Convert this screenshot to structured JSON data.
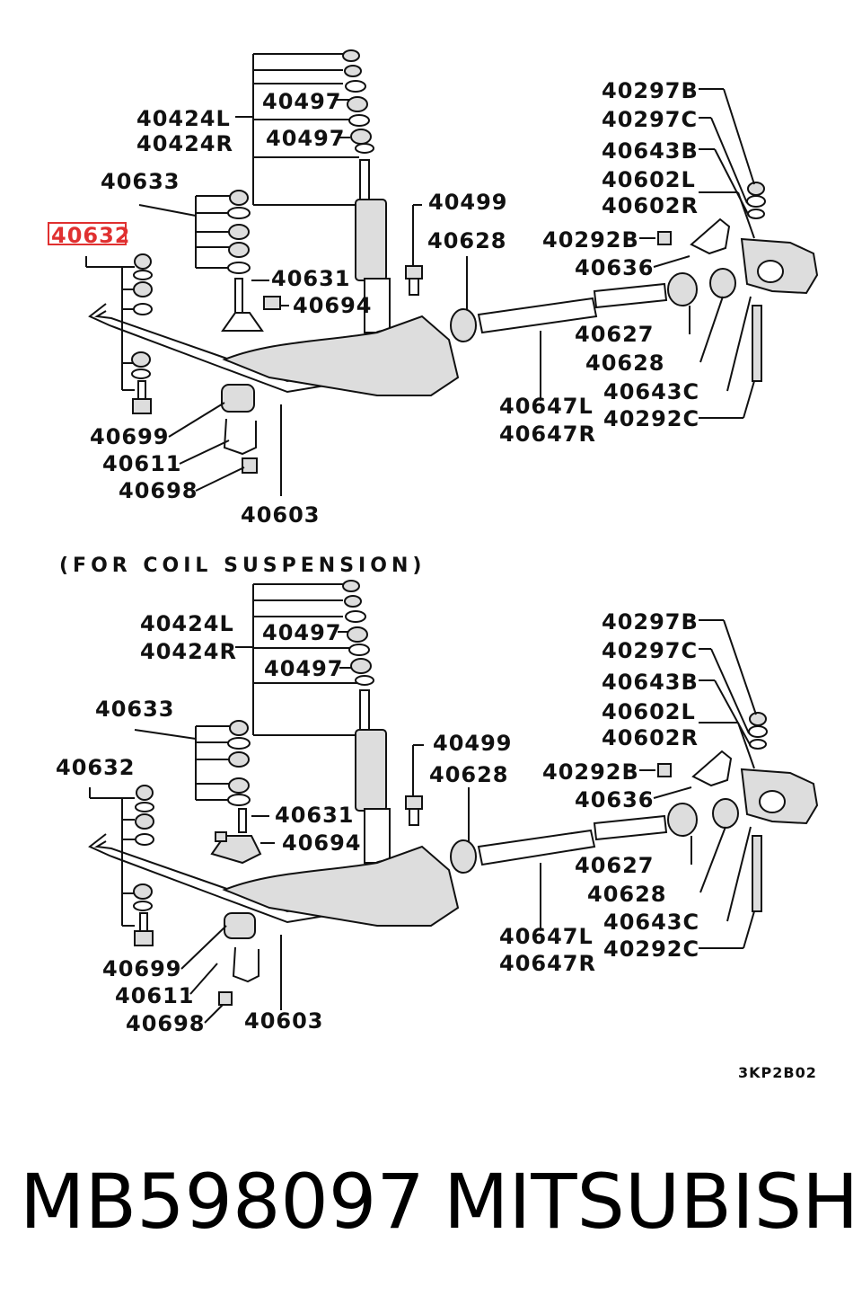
{
  "figure": {
    "top": {
      "labels": {
        "p40424L": "40424L",
        "p40424R": "40424R",
        "p40497a": "40497",
        "p40497b": "40497",
        "p40633": "40633",
        "p40632": "40632",
        "p40631": "40631",
        "p40694": "40694",
        "p40499": "40499",
        "p40628a": "40628",
        "p40297B": "40297B",
        "p40297C": "40297C",
        "p40643B": "40643B",
        "p40602L": "40602L",
        "p40602R": "40602R",
        "p40292B": "40292B",
        "p40636": "40636",
        "p40627": "40627",
        "p40628b": "40628",
        "p40643C": "40643C",
        "p40292C": "40292C",
        "p40647L": "40647L",
        "p40647R": "40647R",
        "p40699": "40699",
        "p40611": "40611",
        "p40698": "40698",
        "p40603": "40603"
      },
      "highlighted_part": "40632",
      "highlight_color": "#e03030"
    },
    "section_title": "(FOR COIL SUSPENSION)",
    "bottom": {
      "labels": {
        "p40424L": "40424L",
        "p40424R": "40424R",
        "p40497a": "40497",
        "p40497b": "40497",
        "p40633": "40633",
        "p40632": "40632",
        "p40631": "40631",
        "p40694": "40694",
        "p40499": "40499",
        "p40628a": "40628",
        "p40297B": "40297B",
        "p40297C": "40297C",
        "p40643B": "40643B",
        "p40602L": "40602L",
        "p40602R": "40602R",
        "p40292B": "40292B",
        "p40636": "40636",
        "p40627": "40627",
        "p40628b": "40628",
        "p40643C": "40643C",
        "p40292C": "40292C",
        "p40647L": "40647L",
        "p40647R": "40647R",
        "p40699": "40699",
        "p40611": "40611",
        "p40698": "40698",
        "p40603": "40603"
      }
    },
    "diagram_code": "3KP2B02"
  },
  "caption": {
    "part_number": "MB598097",
    "brand": "MITSUBISHI"
  }
}
